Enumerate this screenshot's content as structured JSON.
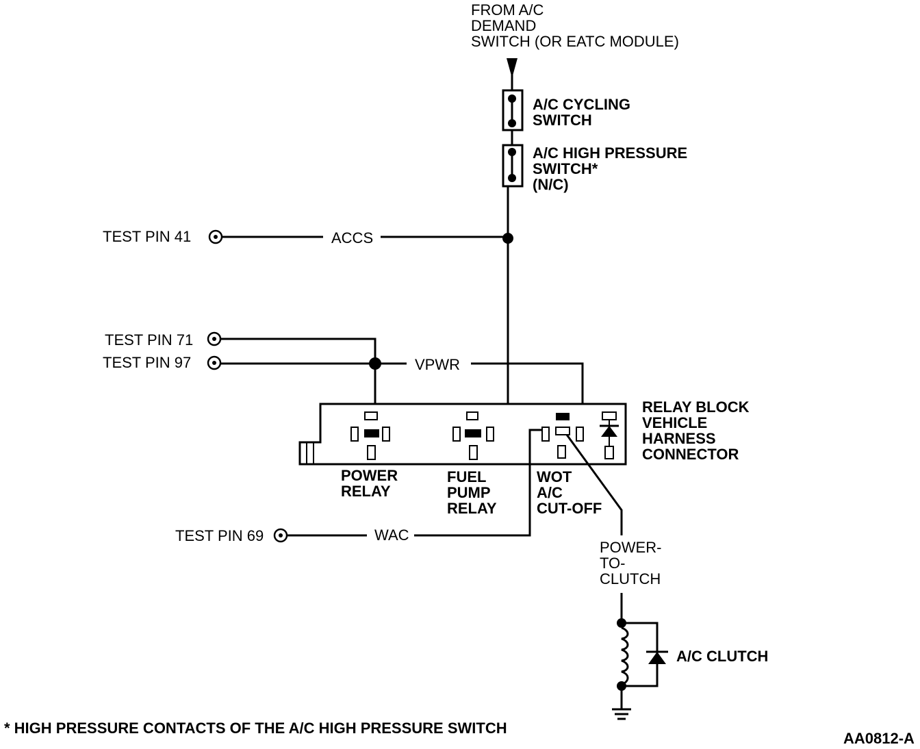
{
  "source": {
    "line1": "FROM A/C",
    "line2": "DEMAND",
    "line3": "SWITCH (OR EATC MODULE)"
  },
  "switches": {
    "cycling": {
      "line1": "A/C CYCLING",
      "line2": "SWITCH"
    },
    "high_pressure": {
      "line1": "A/C HIGH PRESSURE",
      "line2": "SWITCH*",
      "line3": "(N/C)"
    }
  },
  "test_pins": {
    "pin41": "TEST PIN 41",
    "pin71": "TEST PIN 71",
    "pin97": "TEST PIN 97",
    "pin69": "TEST PIN 69"
  },
  "signals": {
    "accs": "ACCS",
    "vpwr": "VPWR",
    "wac": "WAC"
  },
  "relay_block": {
    "line1": "RELAY BLOCK",
    "line2": "VEHICLE",
    "line3": "HARNESS",
    "line4": "CONNECTOR"
  },
  "relays": {
    "power": {
      "line1": "POWER",
      "line2": "RELAY"
    },
    "fuel_pump": {
      "line1": "FUEL",
      "line2": "PUMP",
      "line3": "RELAY"
    },
    "wot": {
      "line1": "WOT",
      "line2": "A/C",
      "line3": "CUT-OFF"
    }
  },
  "clutch_feed": {
    "line1": "POWER-",
    "line2": "TO-",
    "line3": "CLUTCH"
  },
  "clutch": "A/C CLUTCH",
  "footnote": "* HIGH PRESSURE CONTACTS OF THE A/C HIGH PRESSURE SWITCH",
  "figure_id": "AA0812-A"
}
